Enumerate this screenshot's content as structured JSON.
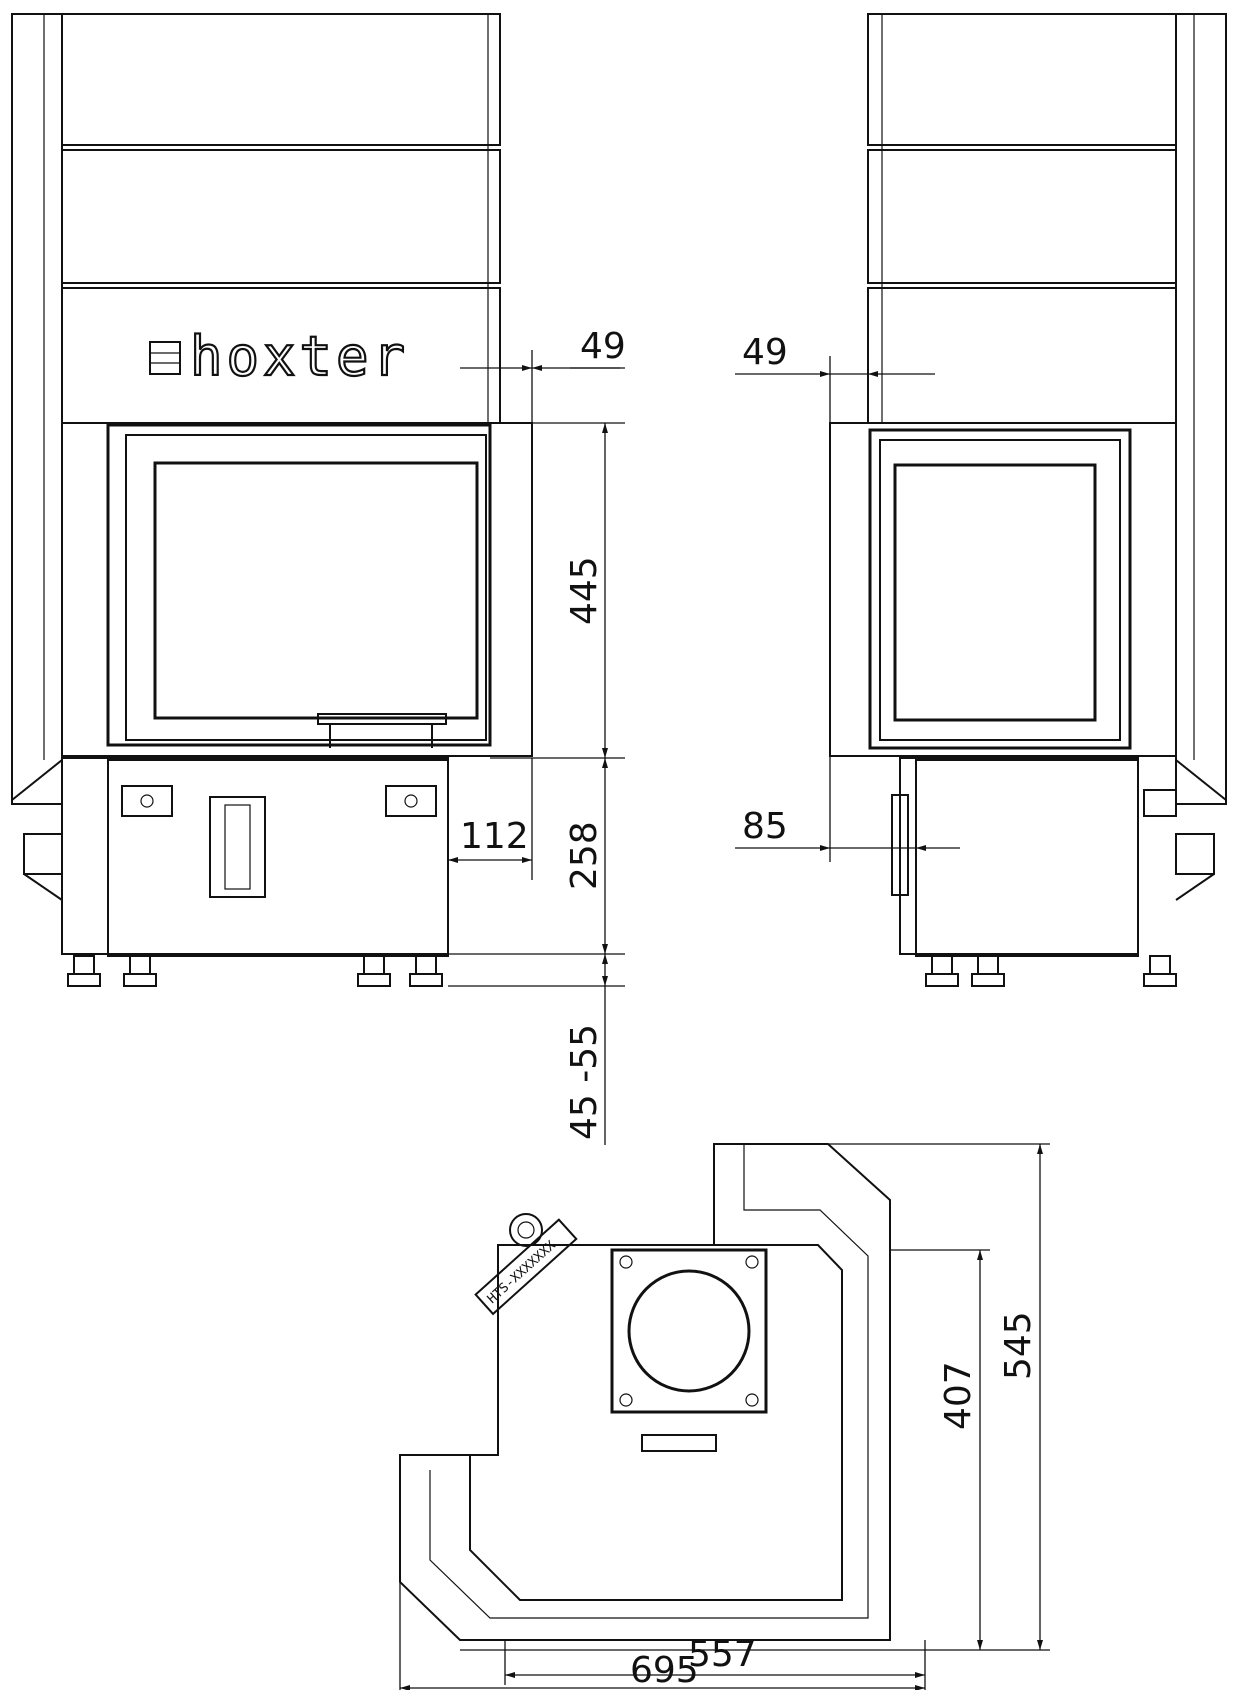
{
  "brand": {
    "logo_text": "hoxter"
  },
  "type_plate": {
    "text": "HTS-XXXXXXX"
  },
  "dimensions": {
    "front_top_offset": "49",
    "side_top_offset": "49",
    "firebox_height": "445",
    "base_height": "258",
    "leg_height": "45 -55",
    "base_side_offset": "112",
    "side_base_offset": "85",
    "plan_depth_inner": "407",
    "plan_depth_outer": "545",
    "plan_width_inner": "557",
    "plan_width_outer": "695"
  }
}
